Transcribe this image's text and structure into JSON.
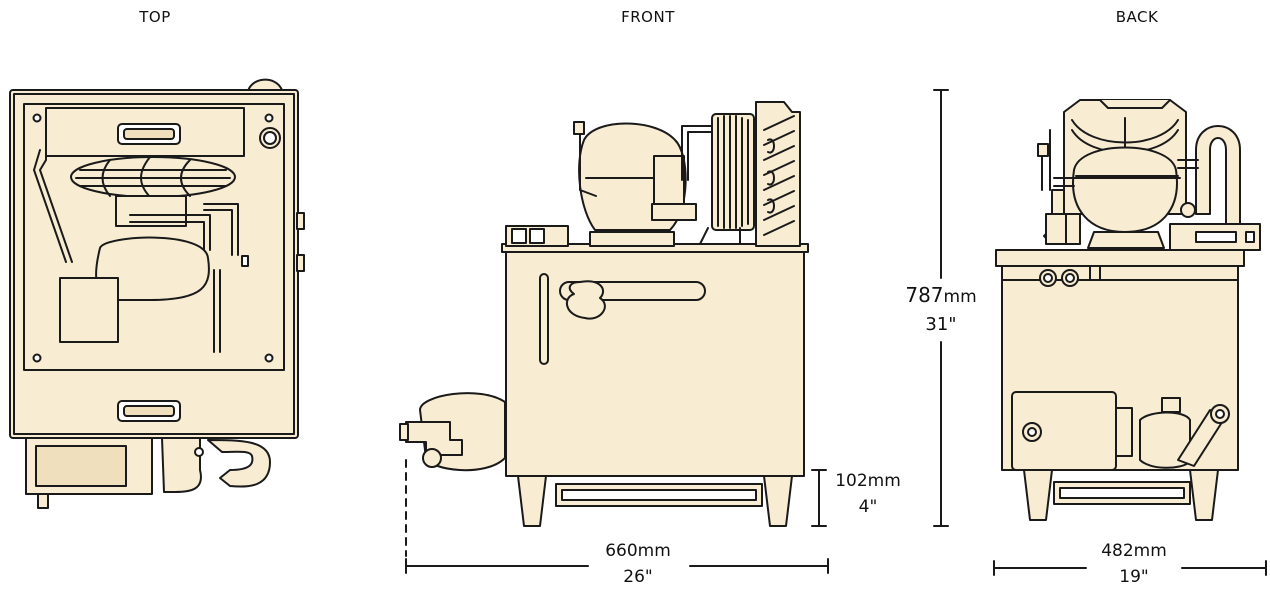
{
  "views": {
    "top": "TOP",
    "front": "FRONT",
    "back": "BACK"
  },
  "dimensions": {
    "height": {
      "metric": "787",
      "metric_unit": "mm",
      "imperial": "31\""
    },
    "leg_height": {
      "metric": "102mm",
      "imperial": "4\""
    },
    "depth": {
      "metric": "660mm",
      "imperial": "26\""
    },
    "width": {
      "metric": "482mm",
      "imperial": "19\""
    }
  },
  "colors": {
    "body": "#f8ecd2",
    "body_dark": "#efdfbd",
    "line": "#1a1a1a"
  }
}
